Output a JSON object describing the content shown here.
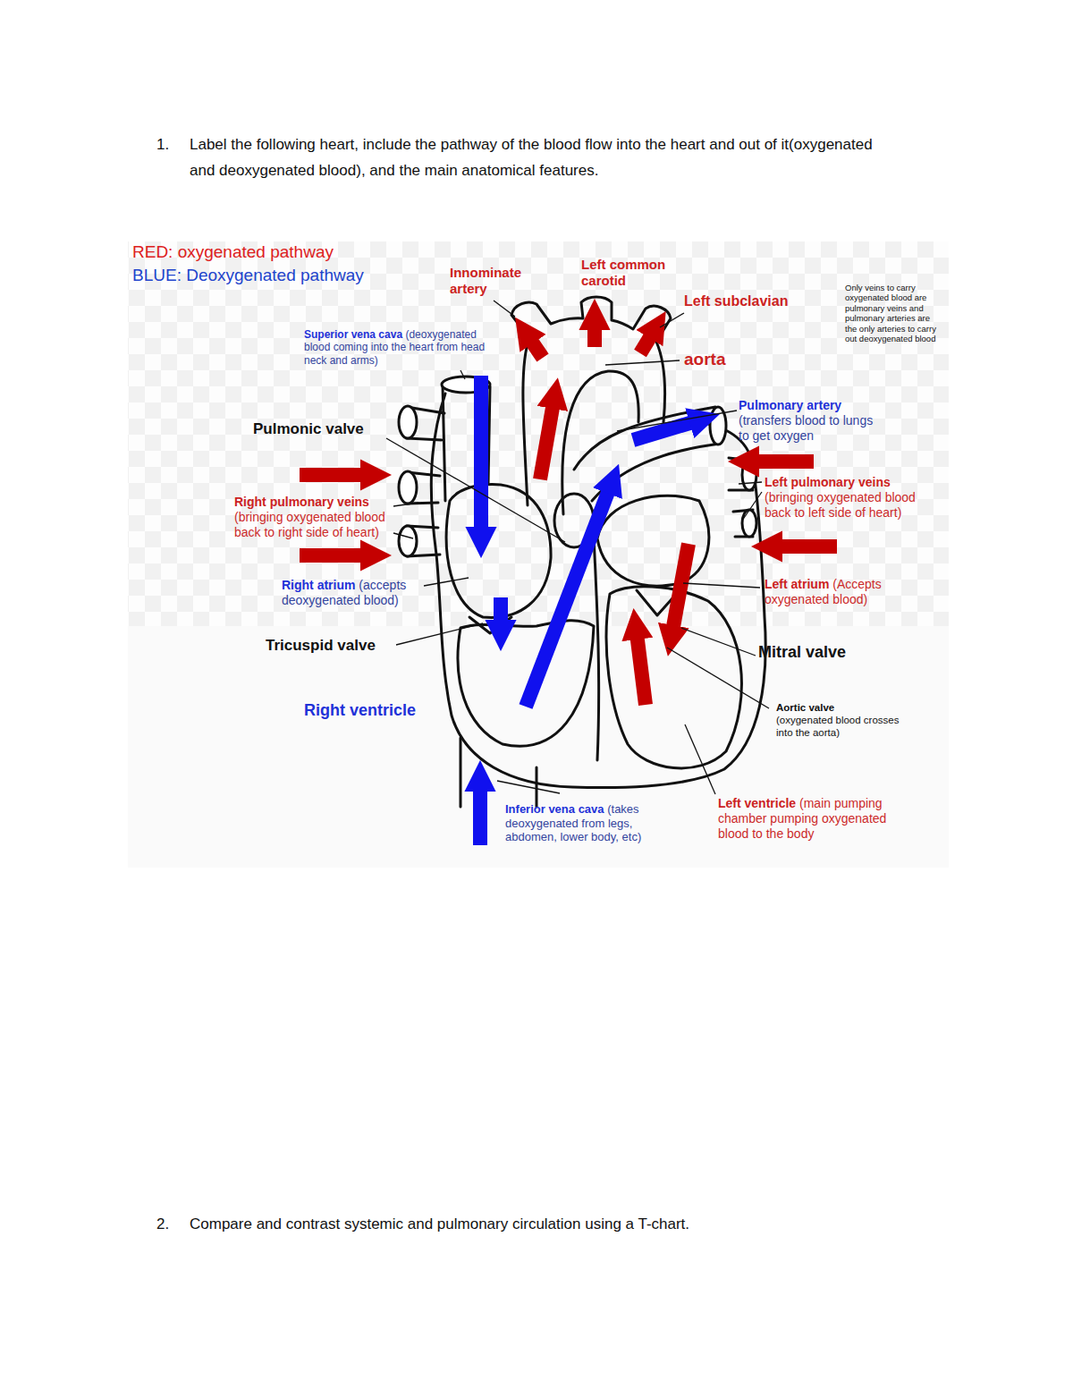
{
  "diagram": {
    "labels": [
      "1.",
      "Label the following heart, include the pathway of the blood flow into the heart and out of it(oxygenated and deoxygenated blood), and the main anatomical features.",
      "RED: oxygenated pathway",
      "BLUE: Deoxygenated pathway",
      "Innominate artery",
      "Left common carotid",
      "Left subclavian",
      "Only veins to carry oxygenated blood are pulmonary veins and pulmonary arteries are the only arteries to carry out deoxygenated blood",
      "Superior vena cava",
      "(deoxygenated blood coming into the heart from head neck and arms)",
      "aorta",
      "Pulmonic valve",
      "Pulmonary artery",
      "(transfers blood to lungs to get oxygen",
      "Right pulmonary veins",
      "(bringing oxygenated blood back to right side of heart)",
      "Left pulmonary veins",
      "(bringing oxygenated blood back to left side of heart)",
      "Right atrium",
      "(accepts deoxygenated blood)",
      "Left atrium",
      "(Accepts oxygenated blood)",
      "Tricuspid valve",
      "Mitral valve",
      "Right ventricle",
      "Aortic valve",
      "(oxygenated blood crosses into the aorta)",
      "Inferior vena cava",
      "(takes deoxygenated from legs, abdomen, lower body, etc)",
      "Left ventricle",
      "(main pumping chamber pumping oxygenated blood to the body",
      "2.",
      "Compare and contrast systemic and pulmonary circulation using a T-chart."
    ]
  }
}
